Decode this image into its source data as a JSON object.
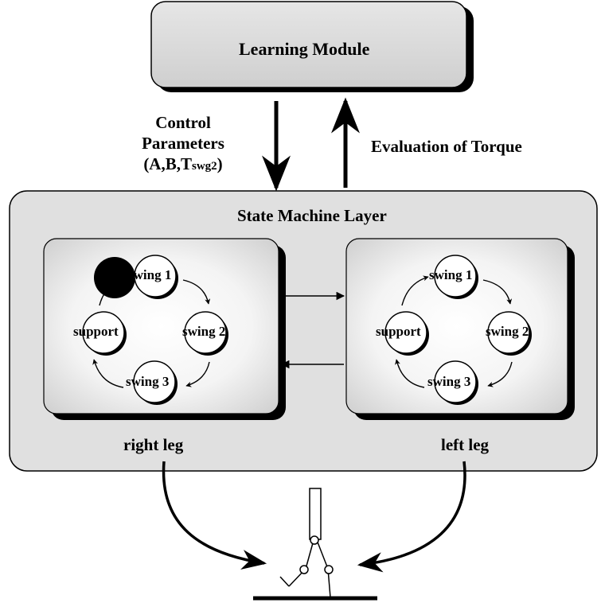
{
  "learning_module": {
    "title": "Learning Module"
  },
  "control_parameters": {
    "line1": "Control",
    "line2": "Parameters",
    "line3_prefix": "(A,B,T",
    "line3_sub": "swg2",
    "line3_suffix": ")"
  },
  "evaluation_label": "Evaluation of Torque",
  "state_machine": {
    "title": "State Machine Layer",
    "right_leg": {
      "label": "right leg",
      "states": {
        "swing1": "swing 1",
        "swing2": "swing 2",
        "swing3": "swing 3",
        "support": "support"
      }
    },
    "left_leg": {
      "label": "left leg",
      "states": {
        "swing1": "swing 1",
        "swing2": "swing 2",
        "swing3": "swing 3",
        "support": "support"
      }
    }
  },
  "colors": {
    "module_fill": "#d6d6d6",
    "layer_fill": "#e0e0e0",
    "stroke": "#000000"
  }
}
